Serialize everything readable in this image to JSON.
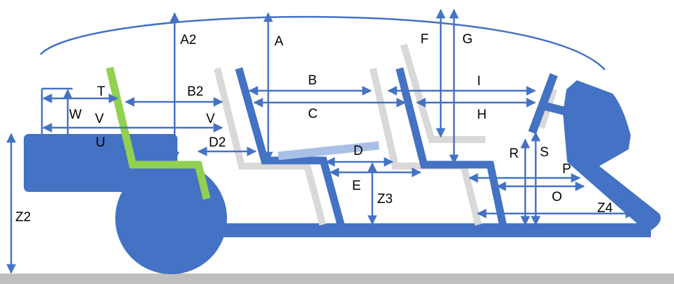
{
  "colors": {
    "structure": "#4472C4",
    "dimension_line": "#4472C4",
    "seat_alt": "#D9D9D9",
    "seat_reference": "#92D050",
    "cushion": "#A9BFE6",
    "ground": "#BFBFBF",
    "label_text": "#000000"
  },
  "labels": {
    "T": "T",
    "W": "W",
    "V_left": "V",
    "V_right": "V",
    "U": "U",
    "A2": "A2",
    "B2": "B2",
    "D2": "D2",
    "A": "A",
    "B": "B",
    "C": "C",
    "D": "D",
    "E": "E",
    "Z3": "Z3",
    "F": "F",
    "G": "G",
    "I": "I",
    "H": "H",
    "R": "R",
    "S": "S",
    "P": "P",
    "O": "O",
    "Z4": "Z4",
    "Z2": "Z2"
  }
}
